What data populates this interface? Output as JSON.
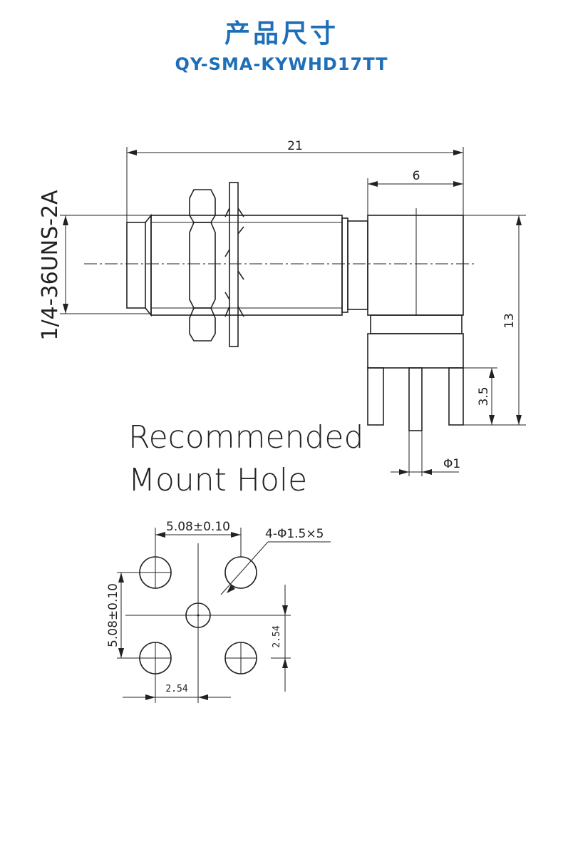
{
  "header": {
    "title": "产品尺寸",
    "model": "QY-SMA-KYWHD17TT"
  },
  "dimensions": {
    "total_length": "21",
    "body_width": "6",
    "thread": "1/4-36UNS-2A",
    "height": "13",
    "pin_length": "3.5",
    "pin_diameter": "Φ1"
  },
  "mount_hole": {
    "title_line1": "Recommended",
    "title_line2": "Mount Hole",
    "spacing_x": "5.08±0.10",
    "spacing_y": "5.08±0.10",
    "holes": "4-Φ1.5×5",
    "offset_x": "2.54",
    "offset_y": "2.54"
  },
  "colors": {
    "header": "#1e6fb8",
    "lines": "#222222"
  }
}
